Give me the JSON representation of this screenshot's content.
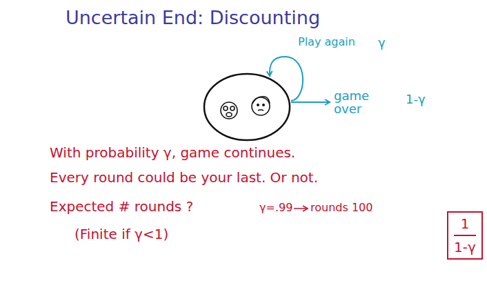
{
  "diagram": {
    "title": "Uncertain End: Discounting",
    "nodes": [
      {
        "text": [
          "1",
          "1-γ"
        ]
      }
    ],
    "labels": [
      "Play again",
      "γ",
      "game over",
      "1-γ",
      "With probability γ, game continues.",
      "Every round could be your last. Or not.",
      "Expected # rounds ?",
      "γ=.99",
      "rounds 100",
      "(Finite if γ<1)"
    ]
  }
}
